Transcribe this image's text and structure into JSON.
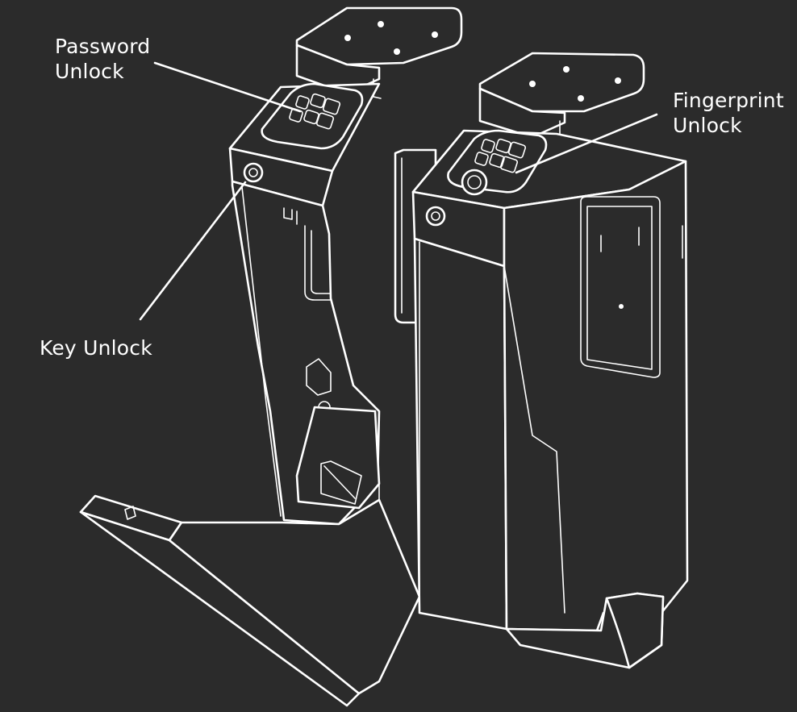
{
  "callouts": {
    "password": {
      "line1": "Password",
      "line2": "Unlock"
    },
    "fingerprint": {
      "line1": "Fingerprint",
      "line2": "Unlock"
    },
    "key": {
      "text": "Key Unlock"
    }
  },
  "colors": {
    "background": "#2b2b2b",
    "line": "#ffffff"
  }
}
